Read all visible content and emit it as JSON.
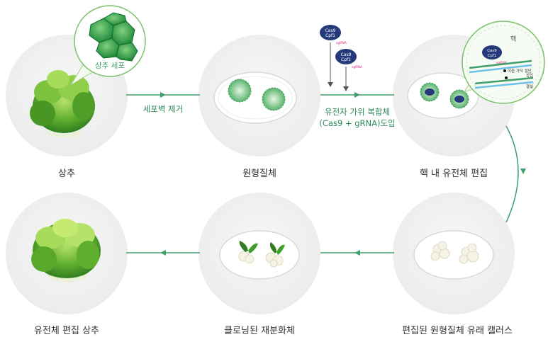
{
  "colors": {
    "accent": "#3f9e6a",
    "disc": "#f0f0f0",
    "leaf_dark": "#2f7d20",
    "leaf_light": "#8fcf4a"
  },
  "steps": [
    {
      "label": "상추"
    },
    {
      "label": "원형질체"
    },
    {
      "label": "핵 내 유전체 편집"
    },
    {
      "label": "편집된 원형질체 유래 캘러스"
    },
    {
      "label": "클로닝된 재분화체"
    },
    {
      "label": "유전체 편집 상추"
    }
  ],
  "transitions": {
    "step1_to_2": "세포벽 제거",
    "step2_to_3_line1": "유전자 가위 복합체",
    "step2_to_3_line2": "(Cas9 + gRNA)도입"
  },
  "callouts": {
    "lettuce_cell": "상추 세포",
    "nucleus": "핵",
    "cut": "이중 가닥 절단",
    "insert": "삽입",
    "delete": "결실",
    "cas_line1": "Cas9",
    "cas_line2": "Cpf1",
    "sgrna": "sgRNA"
  }
}
